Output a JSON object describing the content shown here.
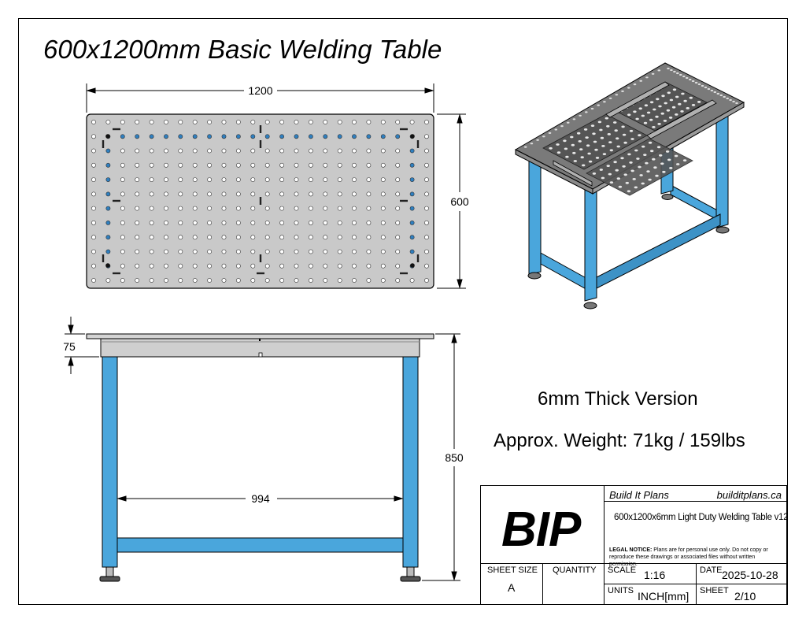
{
  "title": "600x1200mm Basic Welding Table",
  "notes": {
    "thickness": "6mm Thick Version",
    "weight": "Approx. Weight: 71kg / 159lbs"
  },
  "dimensions": {
    "top_length": "1200",
    "top_width": "600",
    "top_thickness": "75",
    "overall_height": "850",
    "inner_span": "994"
  },
  "colors": {
    "frame_blue": "#4aa6dc",
    "plate_gray": "#c9c9c9",
    "line": "#000000"
  },
  "title_block": {
    "logo": "BIP",
    "company": "Build It Plans",
    "website": "builditplans.ca",
    "drawing_name": "600x1200x6mm Light Duty Welding Table v12",
    "legal_label": "LEGAL NOTICE:",
    "legal_text": "Plans are for personal use only. Do not copy or reproduce these drawings or associated files without written permission.",
    "sheet_size_label": "SHEET SIZE",
    "sheet_size": "A",
    "quantity_label": "QUANTITY",
    "quantity": "",
    "scale_label": "SCALE",
    "scale": "1:16",
    "date_label": "DATE",
    "date": "2025-10-28",
    "units_label": "UNITS",
    "units": "INCH[mm]",
    "sheet_label": "SHEET",
    "sheet": "2/10"
  }
}
